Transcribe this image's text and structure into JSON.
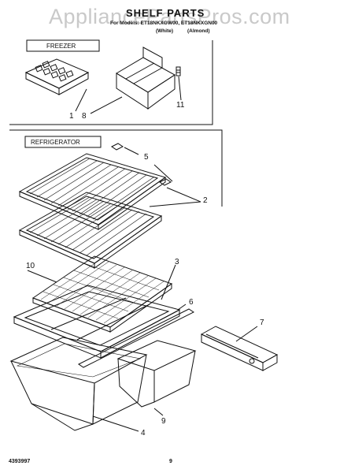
{
  "watermark": "AppliancePartsPros.com",
  "header": {
    "title": "SHELF PARTS",
    "models": "For Models: ET18NKXGW00, ET18NKXGN00",
    "variant_white": "(White)",
    "variant_almond": "(Almond)"
  },
  "sections": {
    "freezer": "FREEZER",
    "refrigerator": "REFRIGERATOR"
  },
  "callouts": {
    "c1": "1",
    "c8": "8",
    "c11": "11",
    "c5": "5",
    "c2": "2",
    "c10": "10",
    "c3": "3",
    "c6": "6",
    "c7": "7",
    "c4": "4",
    "c9": "9"
  },
  "footer": {
    "part_number": "4393997",
    "page_number": "9"
  }
}
